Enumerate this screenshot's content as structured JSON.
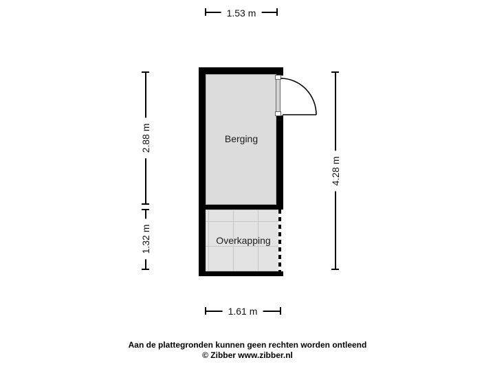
{
  "plan": {
    "rooms": {
      "berging": {
        "label": "Berging"
      },
      "overkapping": {
        "label": "Overkapping"
      }
    },
    "dimensions": {
      "berging_width": "1.53 m",
      "berging_height": "2.88 m",
      "overkapping_height": "1.32 m",
      "total_height": "4.28 m",
      "overkapping_width": "1.61 m"
    },
    "colors": {
      "wall": "#000000",
      "berging_fill": "#dcdcdc",
      "overkapping_fill": "#e3e3e3",
      "grid_line": "#c6c6c6",
      "background": "#ffffff"
    }
  },
  "footer": {
    "disclaimer": "Aan de plattegronden kunnen geen rechten worden ontleend",
    "credit": "© Zibber www.zibber.nl"
  }
}
